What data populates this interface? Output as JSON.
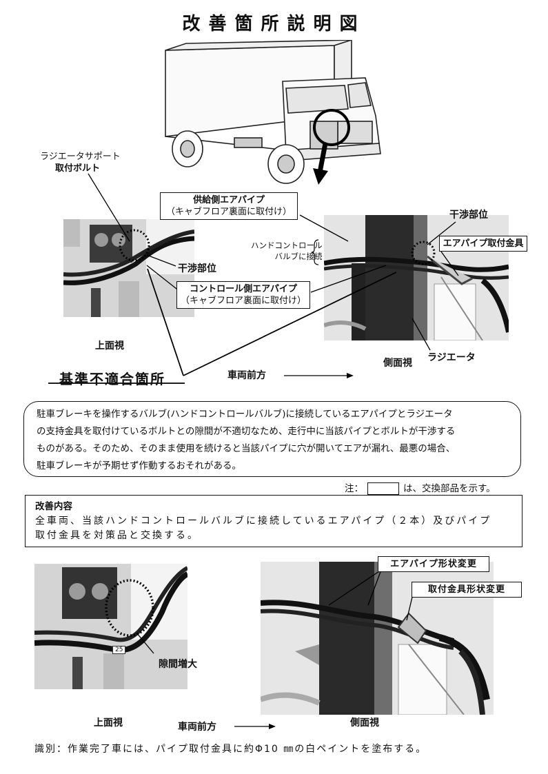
{
  "title": "改善箇所説明図",
  "top_labels": {
    "radiator_support_bolt_line1": "ラジエータサポート",
    "radiator_support_bolt_line2": "取付ボルト",
    "supply_pipe_line1": "供給側エアパイプ",
    "supply_pipe_line2": "（キャブフロア裏面に取付け）",
    "interference_right": "干渉部位",
    "interference_left": "干渉部位",
    "hand_control_line1": "ハンドコントロール",
    "hand_control_line2": "バルブに接続",
    "air_pipe_bracket": "エアパイプ取付金具",
    "control_pipe_line1": "コントロール側エアパイプ",
    "control_pipe_line2": "（キャブフロア裏面に取付け）",
    "top_view": "上面視",
    "side_view": "側面視",
    "radiator": "ラジエータ",
    "nonconforming": "基準不適合箇所",
    "vehicle_front": "車両前方"
  },
  "description": {
    "line1": "駐車ブレーキを操作するバルブ(ハンドコントロールバルブ)に接続しているエアパイプとラジエータ",
    "line2": "の支持金具を取付けているボルトとの隙間が不適切なため、走行中に当該パイプとボルトが干渉する",
    "line3": "ものがある。そのため、そのまま使用を続けると当該パイプに穴が開いてエアが漏れ、最悪の場合、",
    "line4": "駐車ブレーキが予期せず作動するおそれがある。"
  },
  "note": {
    "prefix": "注：",
    "suffix": "は、交換部品を示す。"
  },
  "improvement": {
    "title": "改善内容",
    "line1": "全車両、当該ハンドコントロールバルブに接続しているエアパイプ（２本）及びパイプ",
    "line2": "取付金具を対策品と交換する。"
  },
  "bottom_labels": {
    "pipe_shape_change": "エアパイプ形状変更",
    "bracket_shape_change": "取付金具形状変更",
    "clearance_increase": "隙間増大",
    "dim_25": "25",
    "top_view": "上面視",
    "vehicle_front": "車両前方",
    "side_view": "側面視"
  },
  "identification": "識別：作業完了車には、パイプ取付金具に約Φ10 ㎜の白ペイントを塗布する。"
}
